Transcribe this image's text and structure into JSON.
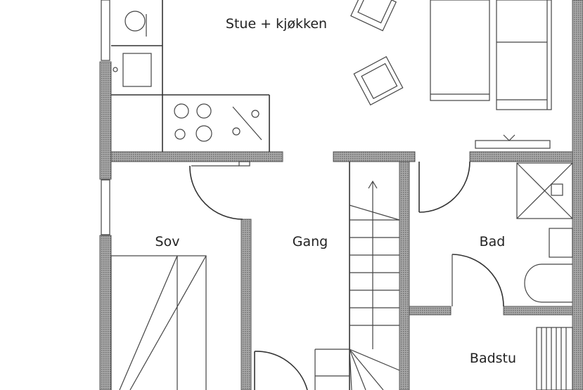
{
  "rooms": {
    "living_kitchen": "Stue + kjøkken",
    "bedroom": "Sov",
    "hallway": "Gang",
    "bathroom": "Bad",
    "sauna": "Badstu"
  },
  "colors": {
    "wall": "#8c8c8c",
    "line": "#333333",
    "background": "#ffffff"
  }
}
